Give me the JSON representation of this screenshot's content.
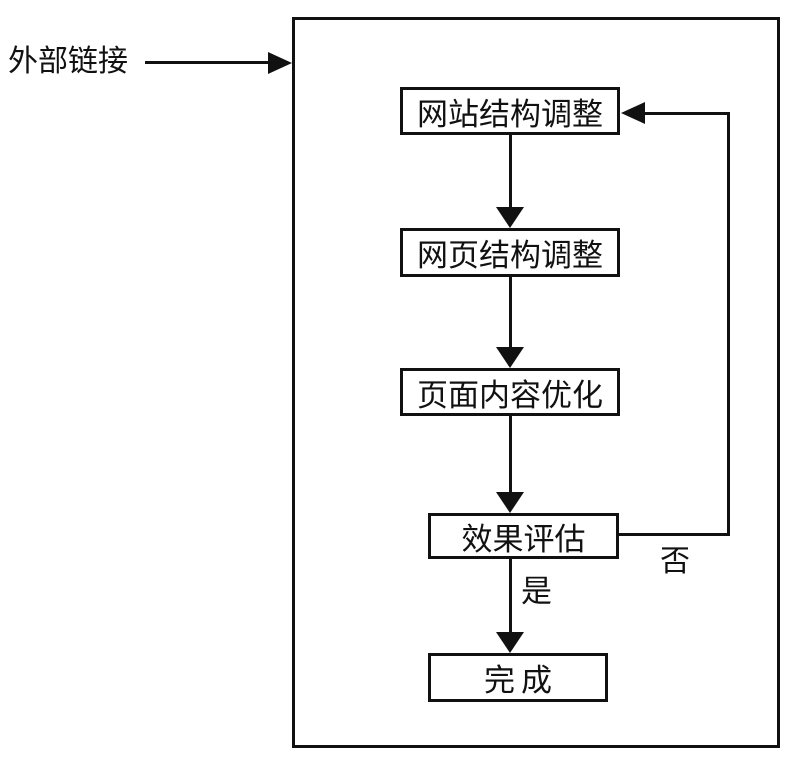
{
  "diagram": {
    "title_hint": "SEO optimization flowchart",
    "external_label": "外部链接",
    "nodes": [
      {
        "id": "site-structure-adjust",
        "label": "网站结构调整"
      },
      {
        "id": "page-structure-adjust",
        "label": "网页结构调整"
      },
      {
        "id": "page-content-optimize",
        "label": "页面内容优化"
      },
      {
        "id": "effect-evaluation",
        "label": "效果评估"
      },
      {
        "id": "done",
        "label": "完成"
      }
    ],
    "edge_labels": {
      "yes": "是",
      "no": "否"
    },
    "colors": {
      "line": "#111111",
      "background": "#ffffff",
      "box_fill": "#ffffff"
    }
  }
}
